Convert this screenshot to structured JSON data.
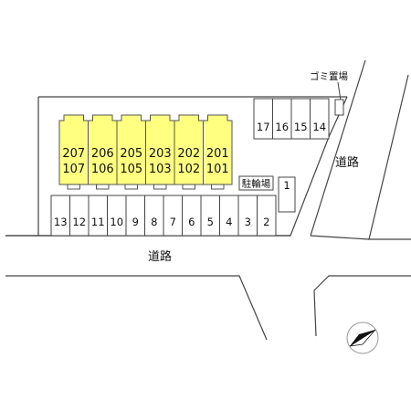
{
  "colors": {
    "building_fill": "#ffff80",
    "building_stroke": "#555555",
    "line": "#444444",
    "background": "#ffffff"
  },
  "buildings": [
    {
      "upper": "207",
      "lower": "107"
    },
    {
      "upper": "206",
      "lower": "106"
    },
    {
      "upper": "205",
      "lower": "105"
    },
    {
      "upper": "203",
      "lower": "103"
    },
    {
      "upper": "202",
      "lower": "102"
    },
    {
      "upper": "201",
      "lower": "101"
    }
  ],
  "parking_bottom": [
    "13",
    "12",
    "11",
    "10",
    "9",
    "8",
    "7",
    "6",
    "5",
    "4",
    "3",
    "2"
  ],
  "parking_top": [
    "17",
    "16",
    "15",
    "14"
  ],
  "parking_single": "1",
  "labels": {
    "road_right": "道路",
    "road_bottom": "道路",
    "garbage": "ゴミ置場",
    "bicycle": "駐輪場"
  },
  "icons": {
    "compass": "north-arrow-icon"
  }
}
